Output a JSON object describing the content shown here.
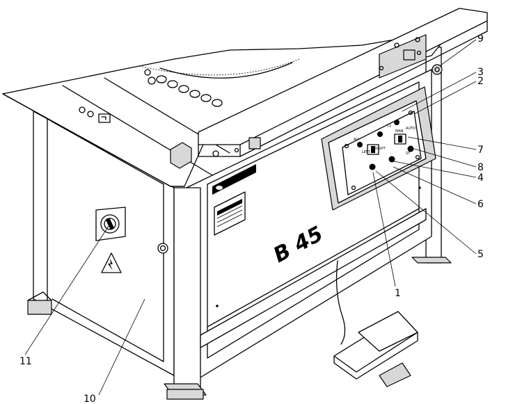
{
  "machine": {
    "model_label": "B 45"
  },
  "callouts": [
    {
      "number": "1"
    },
    {
      "number": "2"
    },
    {
      "number": "3"
    },
    {
      "number": "4"
    },
    {
      "number": "5"
    },
    {
      "number": "6"
    },
    {
      "number": "7"
    },
    {
      "number": "8"
    },
    {
      "number": "9"
    },
    {
      "number": "10"
    },
    {
      "number": "11"
    }
  ],
  "panel": {
    "labels": [
      "LEFT",
      "RIGHT",
      "MAN",
      "AUTO",
      "AU",
      "CL",
      "ST"
    ]
  }
}
